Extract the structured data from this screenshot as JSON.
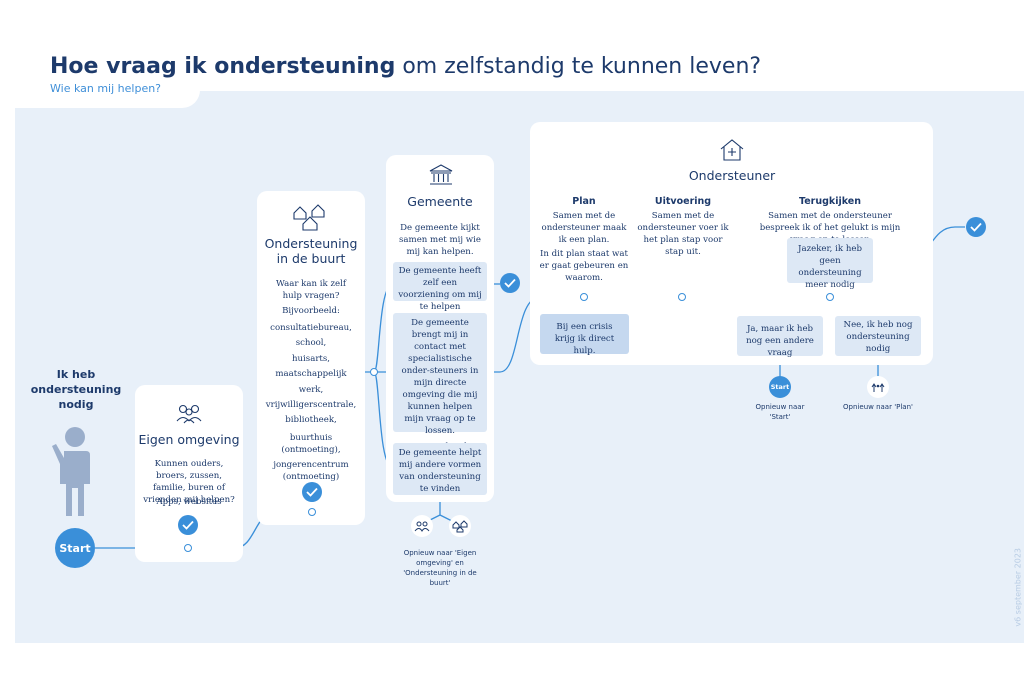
{
  "header": {
    "title_bold": "Hoe vraag ik ondersteuning",
    "title_rest": "om zelfstandig te kunnen leven?",
    "subtitle": "Wie kan mij helpen?"
  },
  "start": {
    "heading": "Ik heb ondersteuning nodig",
    "button": "Start"
  },
  "eigen": {
    "title": "Eigen omgeving",
    "text": "Kunnen ouders, broers, zussen, familie, buren of vrienden mij helpen?",
    "apps": "Apps, websites"
  },
  "buurt": {
    "title": "Ondersteuning in de buurt",
    "question": "Waar kan ik zelf hulp vragen?",
    "intro": "Bijvoorbeeld:",
    "items": [
      "consultatiebureau,",
      "school,",
      "huisarts,",
      "maatschappelijk werk,",
      "vrijwilligerscentrale,",
      "bibliotheek,",
      "buurthuis (ontmoeting),",
      "jongerencentrum (ontmoeting)"
    ]
  },
  "gemeente": {
    "title": "Gemeente",
    "intro": "De gemeente kijkt samen met mij wie mij kan helpen.",
    "box1": "De gemeente heeft zelf een voorziening om mij te helpen",
    "box2": "De gemeente brengt mij in contact met specialistische onder-steuners in mijn directe omgeving die mij kunnen helpen mijn vraag op te lossen.",
    "box2_extra": "Deze werken bij Siem of Kikmaat.",
    "box3": "De gemeente helpt mij andere vormen van ondersteuning te vinden",
    "back_caption": "Opnieuw naar 'Eigen omgeving' en 'Ondersteuning in de buurt'"
  },
  "ondersteuner": {
    "title": "Ondersteuner",
    "plan_title": "Plan",
    "plan_text1": "Samen met de ondersteuner maak ik een plan.",
    "plan_text2": "In dit plan staat wat er gaat gebeuren en waarom.",
    "uitvoering_title": "Uitvoering",
    "uitvoering_text": "Samen met de ondersteuner voer ik het plan stap voor stap uit.",
    "terug_title": "Terugkijken",
    "terug_text": "Samen met de ondersteuner bespreek ik of het gelukt is mijn vraag op te lossen",
    "crisis": "Bij een crisis krijg ik direct hulp.",
    "jazeker": "Jazeker, ik heb geen ondersteuning meer nodig",
    "ja_maar": "Ja, maar ik heb nog een andere vraag",
    "nee": "Nee, ik heb nog ondersteuning nodig",
    "start_small": "Start",
    "again_start": "Opnieuw naar 'Start'",
    "again_plan": "Opnieuw naar 'Plan'"
  },
  "version": "v6 september 2023",
  "colors": {
    "navy": "#1d3a6b",
    "accent": "#3a8fd9",
    "background": "#e8f0f9",
    "box": "#dde8f5"
  }
}
